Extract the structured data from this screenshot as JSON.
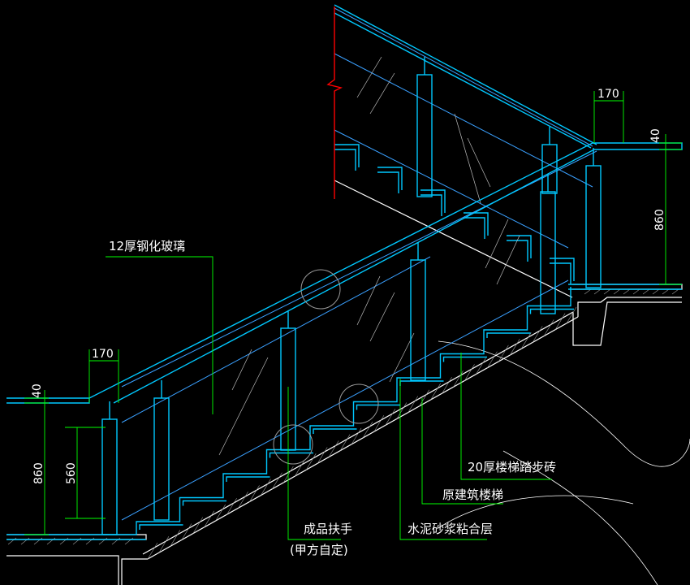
{
  "colors": {
    "background": "#000000",
    "steel": "#00c8ff",
    "glass": "#3aa0ff",
    "structure": "#ffffff",
    "leader": "#00ff00",
    "break_line": "#ff0000",
    "hatch": "#9a9a9a",
    "text": "#ffffff"
  },
  "labels": {
    "glass": "12厚钢化玻璃",
    "tile": "20厚楼梯踏步砖",
    "original_stair": "原建筑楼梯",
    "mortar": "水泥砂浆粘合层",
    "handrail": "成品扶手",
    "handrail_note": "(甲方自定)"
  },
  "dimensions": {
    "top_width": "170",
    "top_offset": "40",
    "top_height": "860",
    "bottom_width": "170",
    "bottom_offset": "40",
    "bottom_height": "860",
    "bottom_panel": "560"
  }
}
